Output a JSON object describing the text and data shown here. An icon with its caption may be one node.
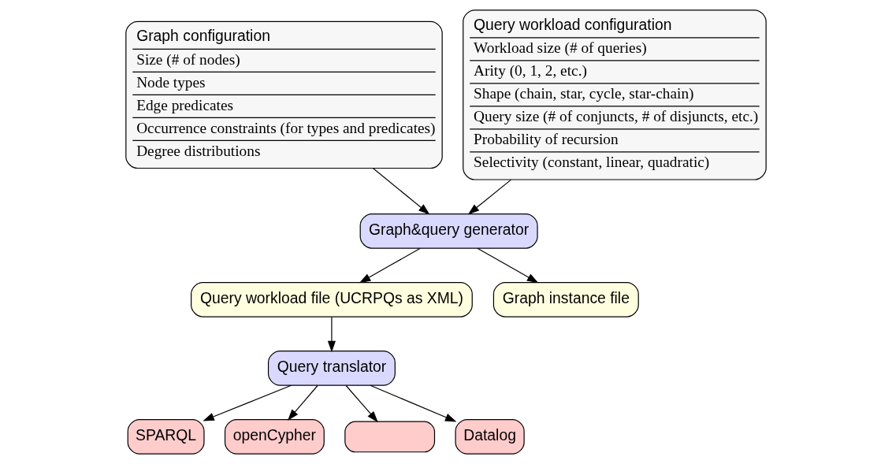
{
  "diagram": {
    "nodes": [
      {
        "text": [
          "Graph configuration",
          "Size (# of nodes)",
          "Node types",
          "Edge predicates",
          "Occurrence constraints (for types and predicates)",
          "Degree distributions"
        ]
      },
      {
        "text": [
          "Query workload configuration",
          "Workload size (# of queries)",
          "Arity (0, 1, 2, etc.)",
          "Shape (chain, star, cycle, star-chain)",
          "Query size (# of conjuncts, # of disjuncts, etc.)",
          "Probability of recursion",
          "Selectivity (constant, linear, quadratic)"
        ]
      },
      {
        "text": [
          "Graph&query generator"
        ]
      },
      {
        "text": [
          "Query workload file (UCRPQs as XML)"
        ]
      },
      {
        "text": [
          "Graph instance file"
        ]
      },
      {
        "text": [
          "Query translator"
        ]
      },
      {
        "text": [
          "SPARQL"
        ]
      },
      {
        "text": [
          "openCypher"
        ]
      },
      {
        "text": [],
        "shape": "box"
      },
      {
        "text": [
          "Datalog"
        ]
      }
    ],
    "edges": [
      {
        "from": 0,
        "to": 2,
        "arrow": "to"
      },
      {
        "from": 1,
        "to": 2,
        "arrow": "to"
      },
      {
        "from": 2,
        "to": 3,
        "arrow": "to"
      },
      {
        "from": 2,
        "to": 4,
        "arrow": "to"
      },
      {
        "from": 3,
        "to": 5,
        "arrow": "to"
      },
      {
        "from": 5,
        "to": 6,
        "arrow": "to"
      },
      {
        "from": 5,
        "to": 7,
        "arrow": "to"
      },
      {
        "from": 5,
        "to": 8,
        "arrow": "to"
      },
      {
        "from": 5,
        "to": 9,
        "arrow": "to"
      }
    ]
  }
}
